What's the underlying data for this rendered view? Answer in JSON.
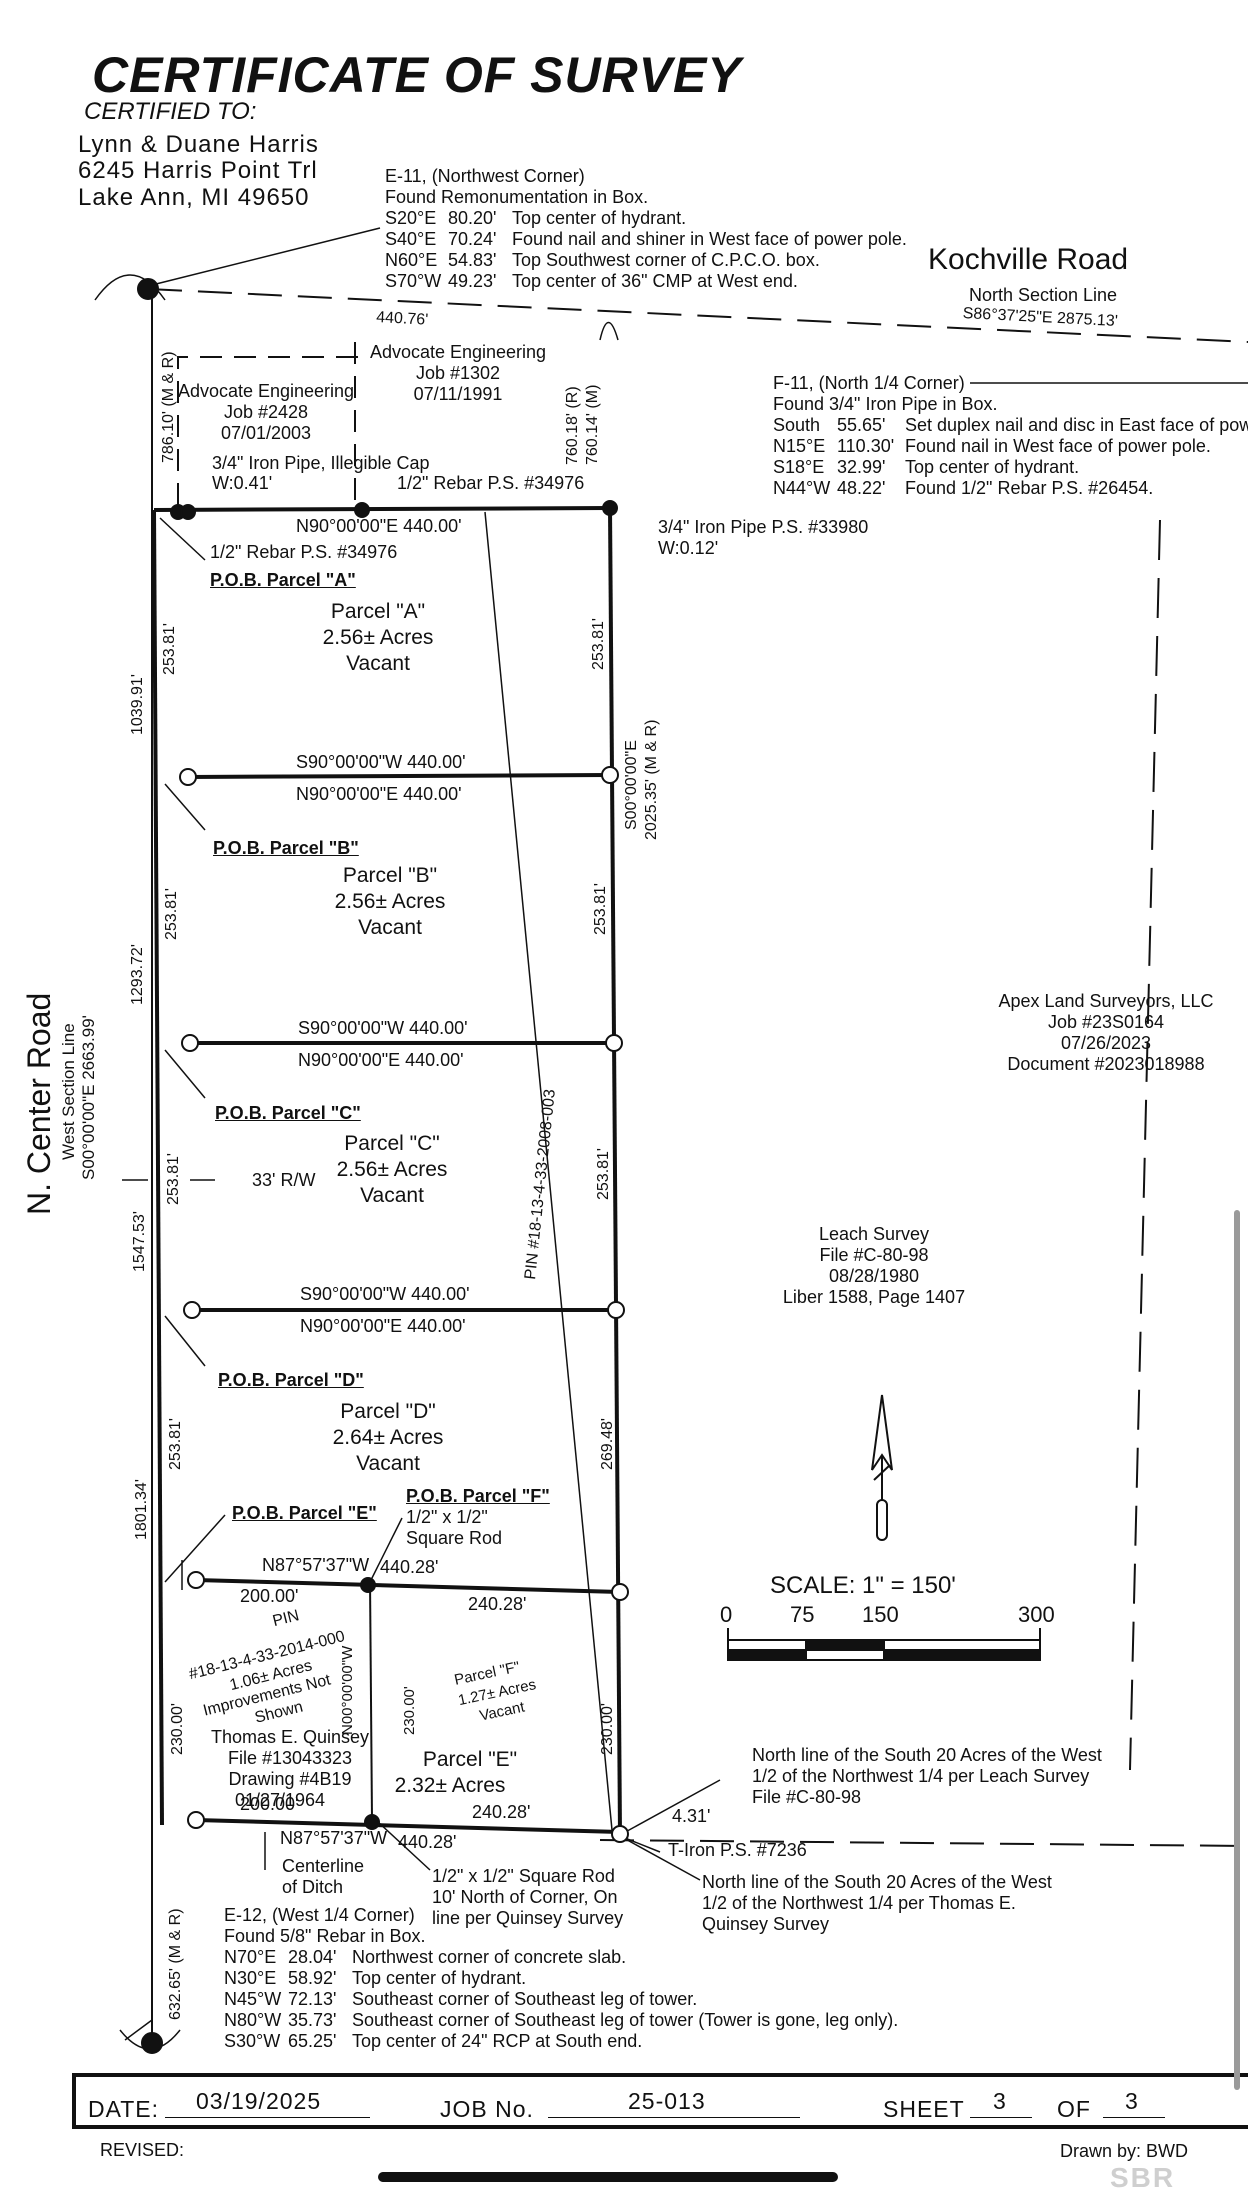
{
  "header": {
    "title": "CERTIFICATE OF SURVEY",
    "certified_to_label": "CERTIFIED TO:",
    "certified_to": [
      "Lynn & Duane Harris",
      "6245 Harris Point Trl",
      "Lake Ann, MI   49650"
    ]
  },
  "roads": {
    "north_name": "Kochville Road",
    "north_line_label": "North Section Line",
    "north_line_bearing": "S86°37'25\"E  2875.13'",
    "west_name": "N. Center Road",
    "west_line_label": "West Section Line",
    "west_line_bearing": "S00°00'00\"E  2663.99'"
  },
  "corners": {
    "e11": {
      "title": "E-11, (Northwest Corner)",
      "found": "Found Remonumentation in Box.",
      "ties": [
        {
          "bearing": "S20°E",
          "dist": "80.20'",
          "desc": "Top center of hydrant."
        },
        {
          "bearing": "S40°E",
          "dist": "70.24'",
          "desc": "Found nail and shiner in West face of power pole."
        },
        {
          "bearing": "N60°E",
          "dist": "54.83'",
          "desc": "Top Southwest corner of C.P.C.O. box."
        },
        {
          "bearing": "S70°W",
          "dist": "49.23'",
          "desc": "Top center of 36\" CMP at West end."
        }
      ]
    },
    "f11": {
      "title": "F-11, (North 1/4 Corner)",
      "found": "Found 3/4\" Iron Pipe in Box.",
      "ties": [
        {
          "bearing": "South",
          "dist": "55.65'",
          "desc": "Set duplex nail and disc in East face of power"
        },
        {
          "bearing": "N15°E",
          "dist": "110.30'",
          "desc": "Found nail in West face of power pole."
        },
        {
          "bearing": "S18°E",
          "dist": "32.99'",
          "desc": "Top center of hydrant."
        },
        {
          "bearing": "N44°W",
          "dist": "48.22'",
          "desc": "Found 1/2\" Rebar P.S. #26454."
        }
      ]
    },
    "e12": {
      "title": "E-12, (West 1/4 Corner)",
      "found": "Found 5/8\" Rebar in Box.",
      "ties": [
        {
          "bearing": "N70°E",
          "dist": "28.04'",
          "desc": "Northwest corner of concrete slab."
        },
        {
          "bearing": "N30°E",
          "dist": "58.92'",
          "desc": "Top center of hydrant."
        },
        {
          "bearing": "N45°W",
          "dist": "72.13'",
          "desc": "Southeast corner of Southeast leg of tower."
        },
        {
          "bearing": "N80°W",
          "dist": "35.73'",
          "desc": "Southeast corner of Southeast leg of tower (Tower is gone, leg only)."
        },
        {
          "bearing": "S30°W",
          "dist": "65.25'",
          "desc": "Top center of 24\" RCP at South end."
        }
      ]
    }
  },
  "references": {
    "adv2428": [
      "Advocate Engineering",
      "Job #2428",
      "07/01/2003"
    ],
    "adv1302": [
      "Advocate Engineering",
      "Job #1302",
      "07/11/1991"
    ],
    "apex": [
      "Apex Land Surveyors, LLC",
      "Job #23S0164",
      "07/26/2023",
      "Document #2023018988"
    ],
    "leach": [
      "Leach Survey",
      "File #C-80-98",
      "08/28/1980",
      "Liber 1588, Page 1407"
    ]
  },
  "monuments": {
    "iron_illegible": "3/4\" Iron Pipe, Illegible Cap",
    "iron_illegible_w": "W:0.41'",
    "rebar_top": "1/2\" Rebar P.S. #34976",
    "rebar_pob": "1/2\" Rebar P.S. #34976",
    "iron_ne": "3/4\" Iron Pipe P.S. #33980",
    "iron_ne_w": "W:0.12'",
    "square_rod": "1/2\" x 1/2\"",
    "square_rod2": "Square Rod",
    "t_iron": "T-Iron P.S. #7236",
    "ditch": [
      "Centerline",
      "of Ditch"
    ],
    "square_rod_note": [
      "1/2\" x 1/2\" Square Rod",
      "10' North of Corner, On",
      "line per Quinsey Survey"
    ]
  },
  "dims": {
    "d440_76": "440.76'",
    "d786_10": "786.10' (M & R)",
    "d760_18": "760.18' (R)",
    "d760_14": "760.14' (M)",
    "d1039": "1039.91'",
    "d1293": "1293.72'",
    "d1547": "1547.53'",
    "d1801": "1801.34'",
    "d632": "632.65' (M & R)",
    "d2025": "2025.35' (M & R)",
    "s00e": "S00°00'00\"E",
    "d253": "253.81'",
    "d269": "269.48'",
    "d230": "230.00'",
    "n90e": "N90°00'00\"E  440.00'",
    "s90w": "S90°00'00\"W  440.00'",
    "n87w": "N87°57'37\"W",
    "d440_28": "440.28'",
    "d200": "200.00'",
    "d240": "240.28'",
    "n00w": "N00°00'00\"W",
    "d4_31": "4.31'",
    "row": "33' R/W",
    "pin": "PIN #18-13-4-33-2008-003"
  },
  "parcels": [
    {
      "pob": "P.O.B. Parcel \"A\"",
      "name": "Parcel \"A\"",
      "acres": "2.56± Acres",
      "use": "Vacant"
    },
    {
      "pob": "P.O.B. Parcel \"B\"",
      "name": "Parcel \"B\"",
      "acres": "2.56± Acres",
      "use": "Vacant"
    },
    {
      "pob": "P.O.B. Parcel \"C\"",
      "name": "Parcel \"C\"",
      "acres": "2.56± Acres",
      "use": "Vacant"
    },
    {
      "pob": "P.O.B. Parcel \"D\"",
      "name": "Parcel \"D\"",
      "acres": "2.64± Acres",
      "use": "Vacant"
    },
    {
      "pob": "P.O.B. Parcel \"E\"",
      "name": "Parcel \"E\"",
      "acres": "2.32± Acres",
      "use": ""
    },
    {
      "pob": "P.O.B. Parcel \"F\"",
      "name": "Parcel \"F\"",
      "acres": "1.27± Acres",
      "use": "Vacant"
    }
  ],
  "quinsey": {
    "pin_label": "PIN",
    "pin": "#18-13-4-33-2014-000",
    "acres": "1.06± Acres",
    "improvements": "Improvements Not",
    "shown": "Shown",
    "owner": "Thomas E. Quinsey",
    "file": "File #13043323",
    "drawing": "Drawing #4B19",
    "date": "01/27/1964"
  },
  "notes": {
    "leach_line": [
      "North line of the South 20 Acres of the West",
      "1/2 of the Northwest 1/4 per Leach Survey",
      "File #C-80-98"
    ],
    "quinsey_line": [
      "North line of the South 20 Acres of the West",
      "1/2 of the Northwest 1/4 per Thomas E.",
      "Quinsey Survey"
    ]
  },
  "scale": {
    "label": "SCALE:  1\"  =  150'",
    "ticks": [
      "0",
      "75",
      "150",
      "300"
    ]
  },
  "footer": {
    "date_label": "DATE:",
    "date": "03/19/2025",
    "job_label": "JOB No.",
    "job": "25-013",
    "sheet_label": "SHEET",
    "sheet": "3",
    "of_label": "OF",
    "of": "3",
    "revised": "REVISED:",
    "drawn_by": "Drawn by: BWD",
    "watermark": "SBR"
  }
}
